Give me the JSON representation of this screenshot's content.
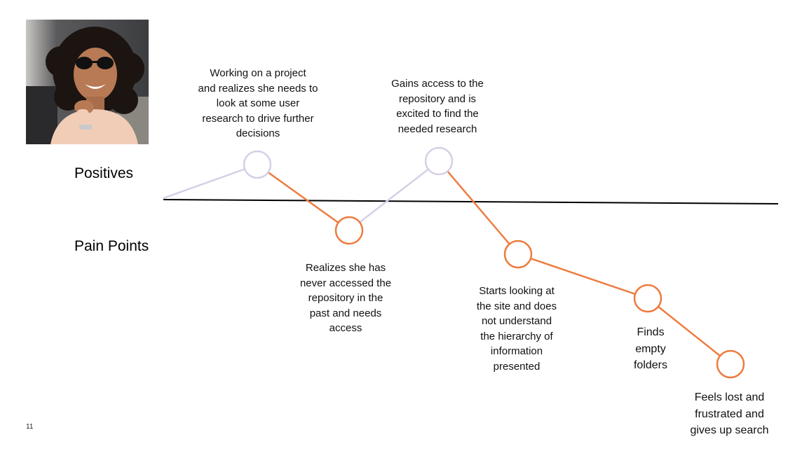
{
  "labels": {
    "positives": "Positives",
    "pain_points": "Pain Points"
  },
  "page_number": "11",
  "colors": {
    "positive": "#d7cfe6",
    "negative": "#ed7c3f",
    "baseline": "#000000"
  },
  "photo": {
    "description_icon": "person-photo-icon"
  },
  "steps": [
    {
      "id": "step-1",
      "sentiment": "positive",
      "text": "Working on a project\nand realizes she needs to\nlook at some user\nresearch to drive further\ndecisions"
    },
    {
      "id": "step-2",
      "sentiment": "negative",
      "text": "Realizes she has\nnever accessed the\nrepository in the\npast and needs\naccess"
    },
    {
      "id": "step-3",
      "sentiment": "positive",
      "text": "Gains access to the\nrepository and is\nexcited to find the\nneeded research"
    },
    {
      "id": "step-4",
      "sentiment": "negative",
      "text": "Starts looking at\nthe site and does\nnot understand\nthe hierarchy of\ninformation\npresented"
    },
    {
      "id": "step-5",
      "sentiment": "negative",
      "text": "Finds\nempty\nfolders"
    },
    {
      "id": "step-6",
      "sentiment": "negative",
      "text": "Feels lost and\nfrustrated and\ngives up search"
    }
  ]
}
